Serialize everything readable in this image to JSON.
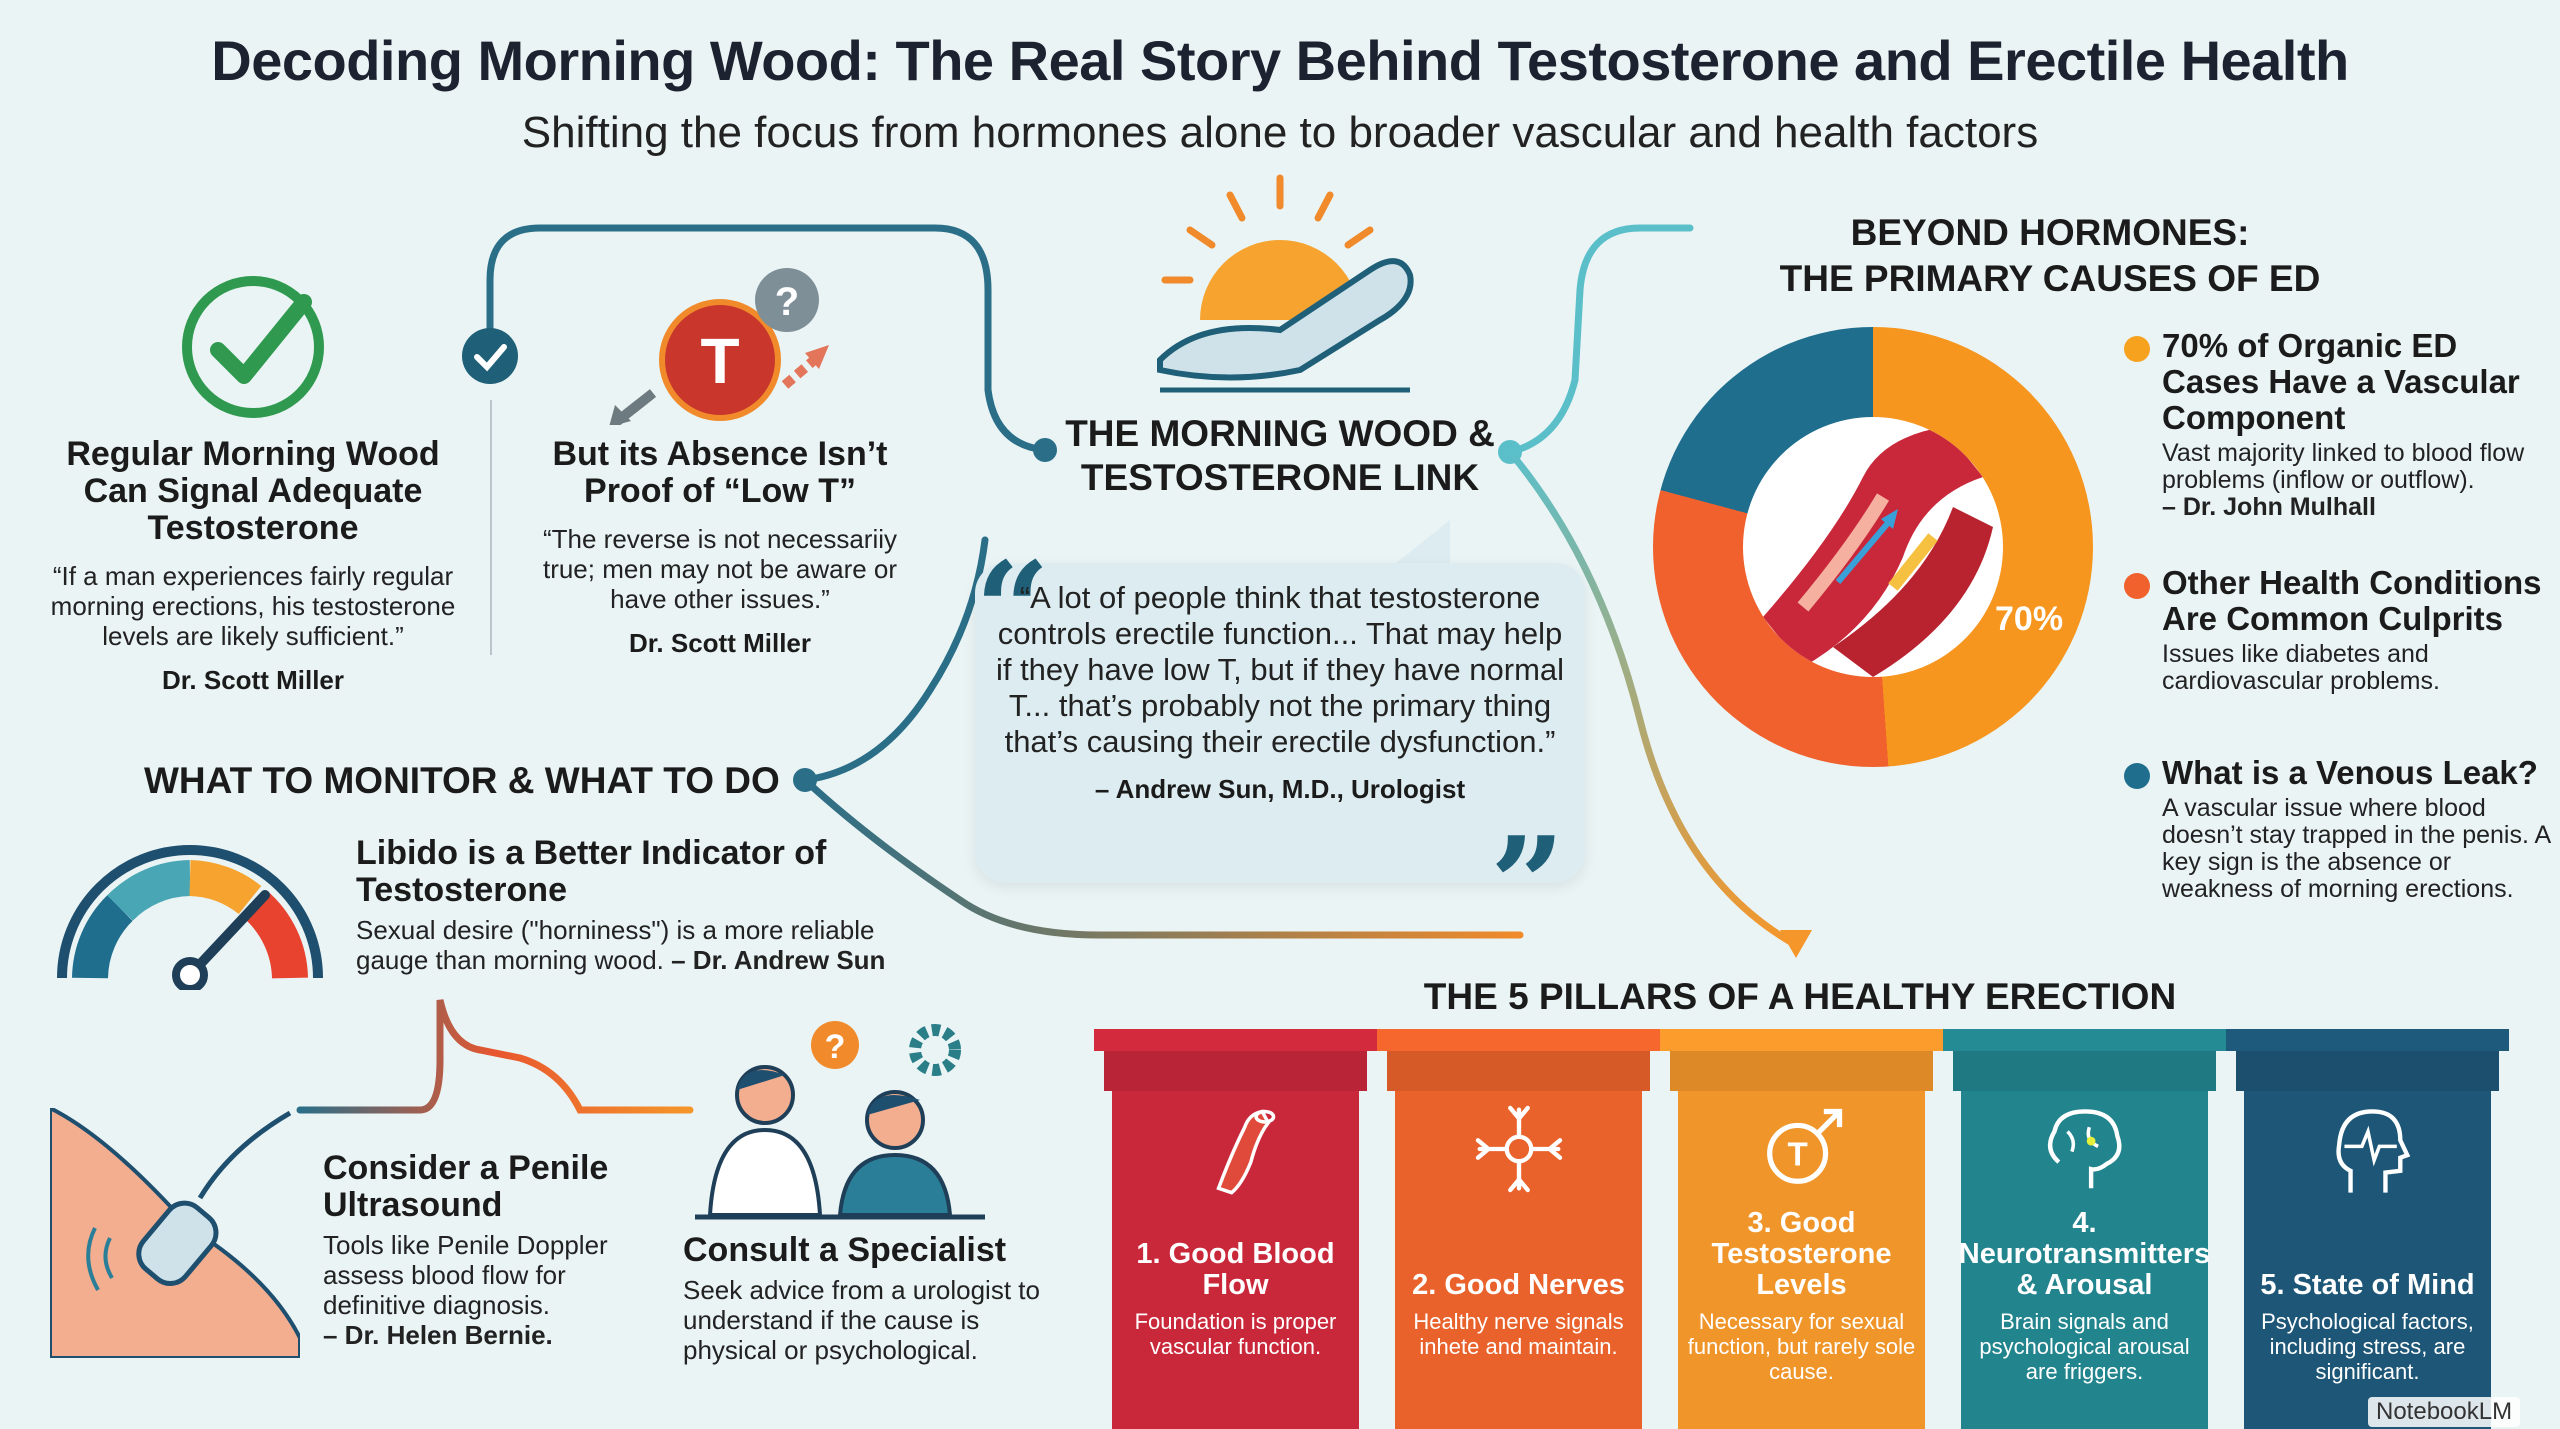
{
  "header": {
    "title": "Decoding Morning Wood: The Real Story Behind Testosterone and Erectile Health",
    "subtitle": "Shifting the focus from hormones alone to broader vascular and health factors"
  },
  "top_left": [
    {
      "icon": "check-icon",
      "heading": "Regular Morning Wood Can Signal Adequate Testosterone",
      "quote": "“If a man experiences fairly regular morning erections, his testosterone levels are likely sufficient.”",
      "author": "Dr. Scott Miller"
    },
    {
      "icon": "testosterone-question-icon",
      "heading": "But its Absence Isn’t Proof of “Low T”",
      "quote": "“The reverse is not necessariiy true; men may not be aware or have other issues.”",
      "author": "Dr. Scott Miller"
    }
  ],
  "center": {
    "heading": "THE MORNING WOOD & TESTOSTERONE LINK",
    "quote": "“A lot of people think that testosterone controls erectile function... That may help if they have low T, but if they have normal T... that’s probably not the primary thing that’s causing their erectile dysfunction.”",
    "author": "– Andrew Sun, M.D., Urologist"
  },
  "monitor": {
    "heading": "WHAT TO MONITOR & WHAT TO DO",
    "items": [
      {
        "icon": "gauge-icon",
        "heading": "Libido is a Better Indicator of Testosterone",
        "body": "Sexual desire (\"horniness\") is a more reliable gauge than morning wood.",
        "author": "– Dr. Andrew Sun"
      },
      {
        "icon": "ultrasound-icon",
        "heading": "Consider a Penile Ultrasound",
        "body": "Tools like Penile Doppler assess blood flow for definitive diagnosis.",
        "author": "– Dr. Helen Bernie."
      },
      {
        "icon": "doctor-consult-icon",
        "heading": "Consult a Specialist",
        "body": "Seek advice from a urologist to understand if the cause is physical or psychological."
      }
    ]
  },
  "causes": {
    "heading_line1": "BEYOND HORMONES:",
    "heading_line2": "THE PRIMARY CAUSES OF ED",
    "donut_label": "70%",
    "colors": {
      "vascular": "#f6961f",
      "other": "#f0612d",
      "venous": "#1f6e8e"
    },
    "items": [
      {
        "heading": "70% of Organic ED Cases Have a Vascular Component",
        "body": "Vast majority linked to blood flow problems (inflow or outflow).",
        "author": "– Dr. John Mulhall",
        "color": "#f6a21f"
      },
      {
        "heading": "Other Health Conditions Are Common Culprits",
        "body": "Issues like diabetes and cardiovascular problems.",
        "color": "#f0612d"
      },
      {
        "heading": "What is a Venous Leak?",
        "body": "A vascular issue where blood doesn’t stay trapped in the penis. A key sign is the absence or weakness of morning erections.",
        "color": "#1f6e8e"
      }
    ]
  },
  "pillars": {
    "heading": "THE 5 PILLARS OF A HEALTHY ERECTION",
    "items": [
      {
        "icon": "blood-vessel-icon",
        "title": "1. Good Blood Flow",
        "desc": "Foundation is proper vascular function.",
        "color": "#c9283b"
      },
      {
        "icon": "neuron-icon",
        "title": "2. Good Nerves",
        "desc": "Healthy nerve signals inhete and maintain.",
        "color": "#e9622b"
      },
      {
        "icon": "male-t-icon",
        "title": "3. Good Testosterone Levels",
        "desc": "Necessary for sexual function, but rarely sole cause.",
        "color": "#f0952a"
      },
      {
        "icon": "brain-icon",
        "title": "4. Neurotransmitters & Arousal",
        "desc": "Brain signals and psychological arousal are friggers.",
        "color": "#22848d"
      },
      {
        "icon": "head-heartbeat-icon",
        "title": "5. State of Mind",
        "desc": "Psychological factors, including stress, are significant.",
        "color": "#1d5676"
      }
    ]
  },
  "watermark": "NotebookLM"
}
